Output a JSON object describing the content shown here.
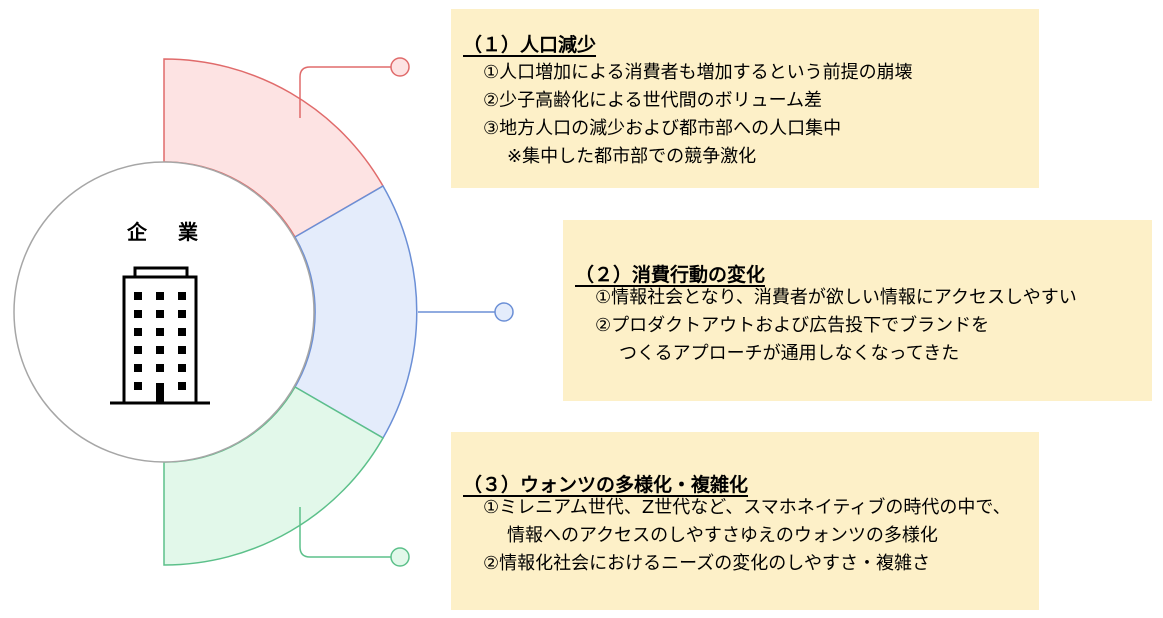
{
  "company": {
    "label": "企 業",
    "icon": "office-building-icon"
  },
  "segments": [
    {
      "id": "population",
      "stroke": "#e06b6b",
      "fill": "#fde3e3"
    },
    {
      "id": "consumer-behavior",
      "stroke": "#6b8fd6",
      "fill": "#e4ecfb"
    },
    {
      "id": "wants-diversity",
      "stroke": "#5cc08a",
      "fill": "#e2f8ea"
    }
  ],
  "boxes": [
    {
      "title": "（１）人口減少",
      "lines": [
        "①人口増加による消費者も増加するという前提の崩壊",
        "②少子高齢化による世代間のボリューム差",
        "③地方人口の減少および都市部への人口集中",
        "※集中した都市部での競争激化"
      ]
    },
    {
      "title": "（２）消費行動の変化",
      "lines": [
        "①情報社会となり、消費者が欲しい情報にアクセスしやすい",
        "②プロダクトアウトおよび広告投下でブランドを",
        "つくるアプローチが通用しなくなってきた"
      ]
    },
    {
      "title": "（３）ウォンツの多様化・複雑化",
      "lines": [
        "①ミレニアム世代、Z世代など、スマホネイティブの時代の中で、",
        "情報へのアクセスのしやすさゆえのウォンツの多様化",
        "②情報化社会におけるニーズの変化のしやすさ・複雑さ"
      ]
    }
  ],
  "colors": {
    "box_background": "#fdf0c8",
    "circle_stroke": "#a6a6a6"
  }
}
